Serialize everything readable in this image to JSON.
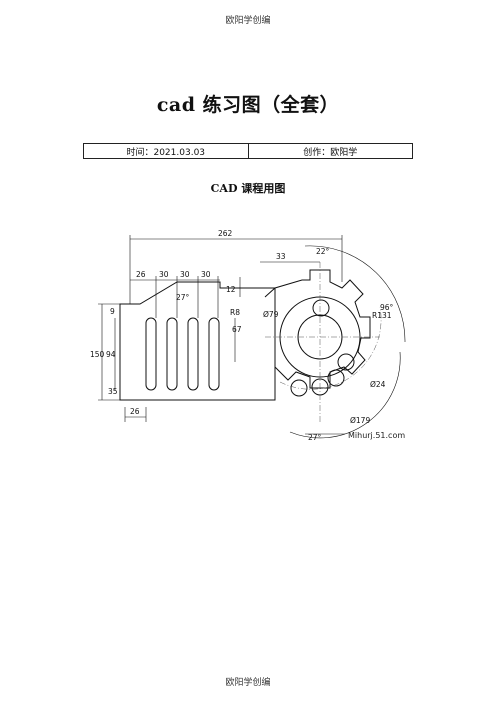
{
  "header": {
    "text": "欧阳学创编"
  },
  "title": "cad 练习图（全套）",
  "info": {
    "time": "时间：2021.03.03",
    "author": "创作：欧阳学"
  },
  "subtitle": "CAD 课程用图",
  "drawing": {
    "dims": {
      "d262": "262",
      "d33": "33",
      "d22deg": "22°",
      "d26a": "26",
      "d30a": "30",
      "d30b": "30",
      "d30c": "30",
      "d27deg": "27°",
      "d12": "12",
      "d9": "9",
      "d88": "R8",
      "d79": "Ø79",
      "d96deg": "96°",
      "d131": "R131",
      "d67": "67",
      "d150": "150",
      "d94": "94",
      "d35": "35",
      "d26b": "26",
      "d24": "Ø24",
      "d179": "Ø179",
      "d27degb": "27°"
    },
    "watermark": "Mihurj.51.com"
  },
  "footer": {
    "text": "欧阳学创编"
  }
}
